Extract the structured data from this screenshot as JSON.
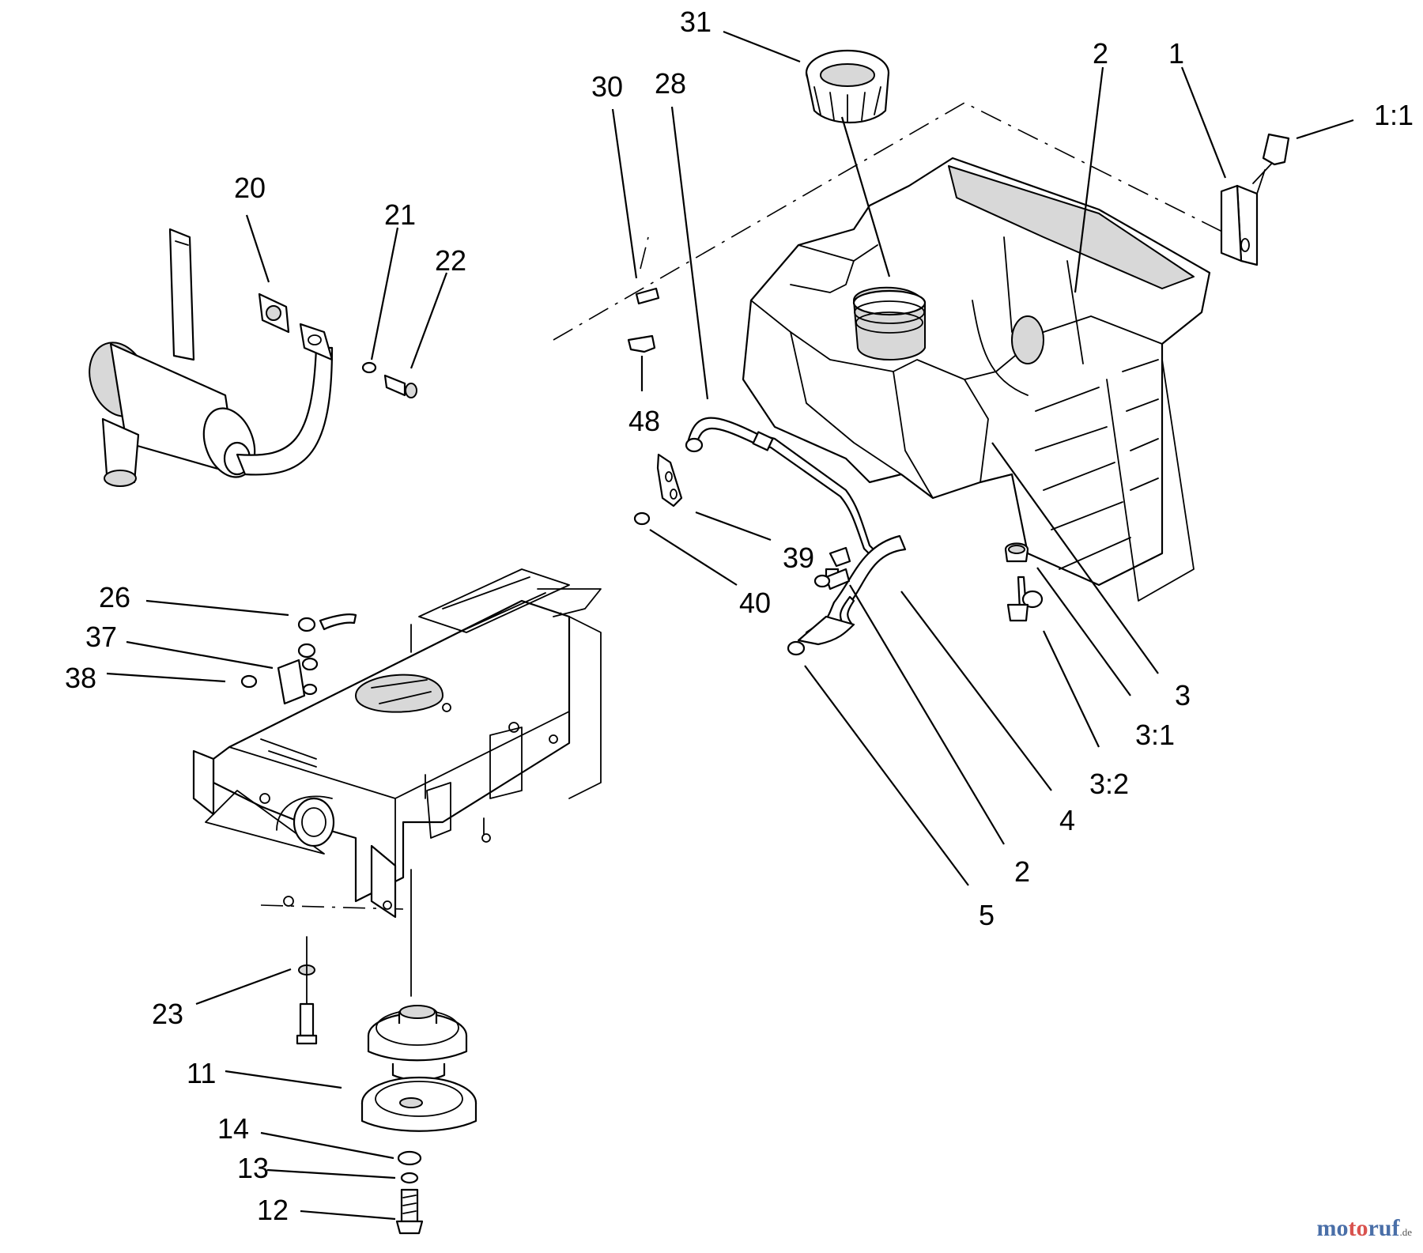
{
  "labels": {
    "l31": "31",
    "l2a": "2",
    "l1": "1",
    "l11": "1:1",
    "l30": "30",
    "l28": "28",
    "l20": "20",
    "l21": "21",
    "l22": "22",
    "l48": "48",
    "l39": "39",
    "l40": "40",
    "l26": "26",
    "l37": "37",
    "l38": "38",
    "l3": "3",
    "l31b": "3:1",
    "l32": "3:2",
    "l4": "4",
    "l2b": "2",
    "l5": "5",
    "l23": "23",
    "l11p": "11",
    "l14": "14",
    "l13": "13",
    "l12": "12"
  },
  "watermark": {
    "part1": "mo",
    "part2": "to",
    "part3": "ruf",
    "tld": ".de"
  }
}
